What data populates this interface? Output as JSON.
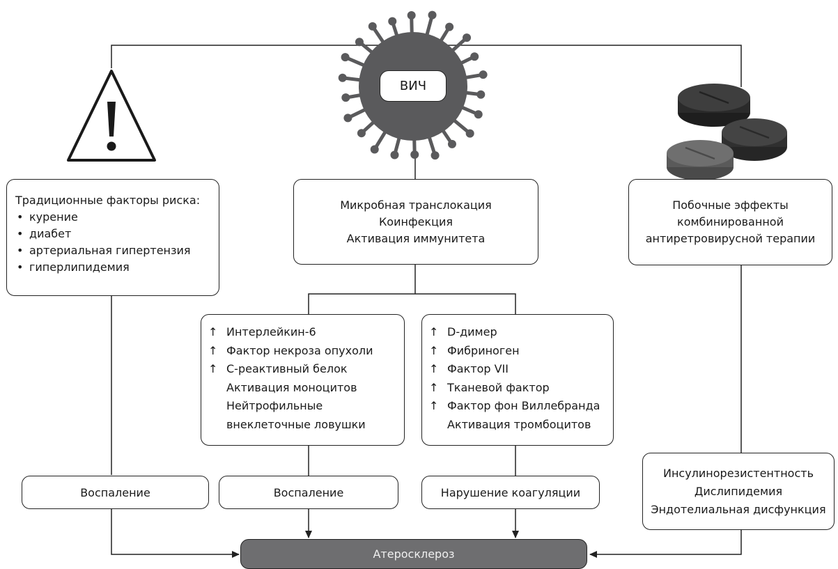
{
  "virus": {
    "label": "ВИЧ",
    "icon": "hiv-virus-icon"
  },
  "warning": {
    "icon": "warning-triangle-icon"
  },
  "pills": {
    "icon": "pills-icon"
  },
  "traditional": {
    "title": "Традиционные факторы риска:",
    "items": [
      "курение",
      "диабет",
      "артериальная гипертензия",
      "гиперлипидемия"
    ]
  },
  "microbial": {
    "lines": [
      "Микробная транслокация",
      "Коинфекция",
      "Активация иммунитета"
    ]
  },
  "side_effects": {
    "lines": [
      "Побочные эффекты",
      "комбинированной",
      "антиретровирусной терапии"
    ]
  },
  "inflammation_markers": {
    "items": [
      {
        "arrow": "↑",
        "text": "Интерлейкин-6"
      },
      {
        "arrow": "↑",
        "text": "Фактор некроза опухоли"
      },
      {
        "arrow": "↑",
        "text": "С-реактивный белок"
      },
      {
        "arrow": "",
        "text": "Активация моноцитов"
      },
      {
        "arrow": "",
        "text": "Нейтрофильные"
      },
      {
        "arrow": "",
        "text": "внеклеточные ловушки"
      }
    ]
  },
  "coagulation_markers": {
    "items": [
      {
        "arrow": "↑",
        "text": "D-димер"
      },
      {
        "arrow": "↑",
        "text": "Фибриноген"
      },
      {
        "arrow": "↑",
        "text": "Фактор VII"
      },
      {
        "arrow": "↑",
        "text": "Тканевой фактор"
      },
      {
        "arrow": "↑",
        "text": "Фактор фон Виллебранда"
      },
      {
        "arrow": "",
        "text": "Активация тромбоцитов"
      }
    ]
  },
  "outcomes": {
    "inflammation_left": "Воспаление",
    "inflammation_mid": "Воспаление",
    "coagulation": "Нарушение коагуляции",
    "metabolic": [
      "Инсулинорезистентность",
      "Дислипидемия",
      "Эндотелиальная дисфункция"
    ]
  },
  "atherosclerosis": "Атеросклероз",
  "colors": {
    "virus": "#5a5a5c",
    "athero": "#6e6e70",
    "pill_dark": "#3a3a3a",
    "pill_mid": "#555",
    "pill_light": "#777"
  }
}
